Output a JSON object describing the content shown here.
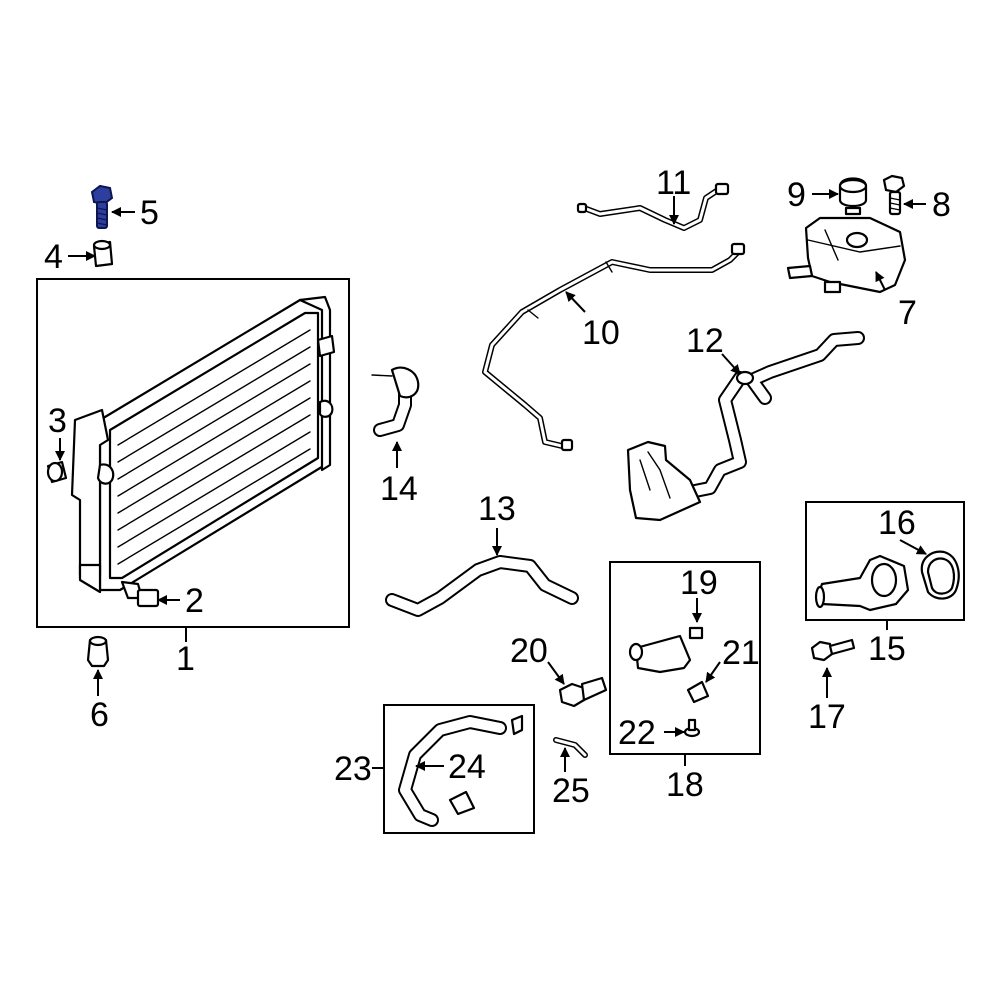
{
  "callouts": {
    "c1": "1",
    "c2": "2",
    "c3": "3",
    "c4": "4",
    "c5": "5",
    "c6": "6",
    "c7": "7",
    "c8": "8",
    "c9": "9",
    "c10": "10",
    "c11": "11",
    "c12": "12",
    "c13": "13",
    "c14": "14",
    "c15": "15",
    "c16": "16",
    "c17": "17",
    "c18": "18",
    "c19": "19",
    "c20": "20",
    "c21": "21",
    "c22": "22",
    "c23": "23",
    "c24": "24",
    "c25": "25"
  },
  "colors": {
    "highlight": "#2d3e9e",
    "line": "#000000",
    "background": "#ffffff"
  },
  "highlighted_part": "5"
}
